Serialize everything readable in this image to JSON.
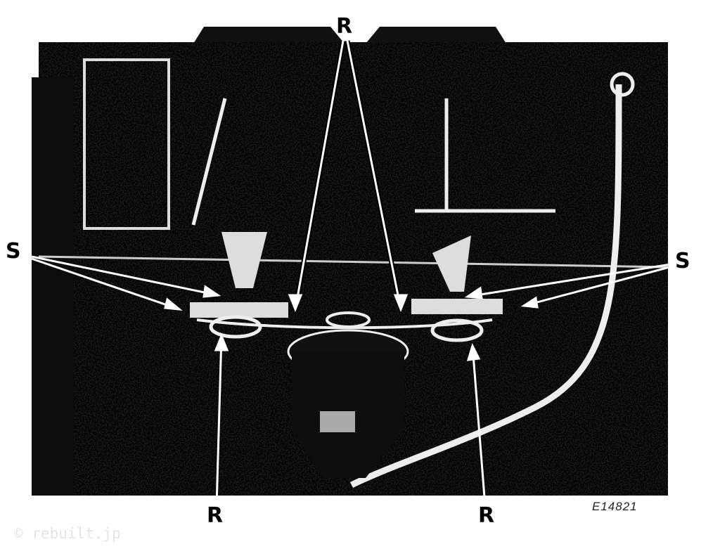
{
  "figure": {
    "labels": {
      "r_top": "R",
      "s_left": "S",
      "s_right": "S",
      "r_bottom_left": "R",
      "r_bottom_right": "R"
    },
    "reference_code": "E14821",
    "watermark": "© rebuilt.jp"
  }
}
